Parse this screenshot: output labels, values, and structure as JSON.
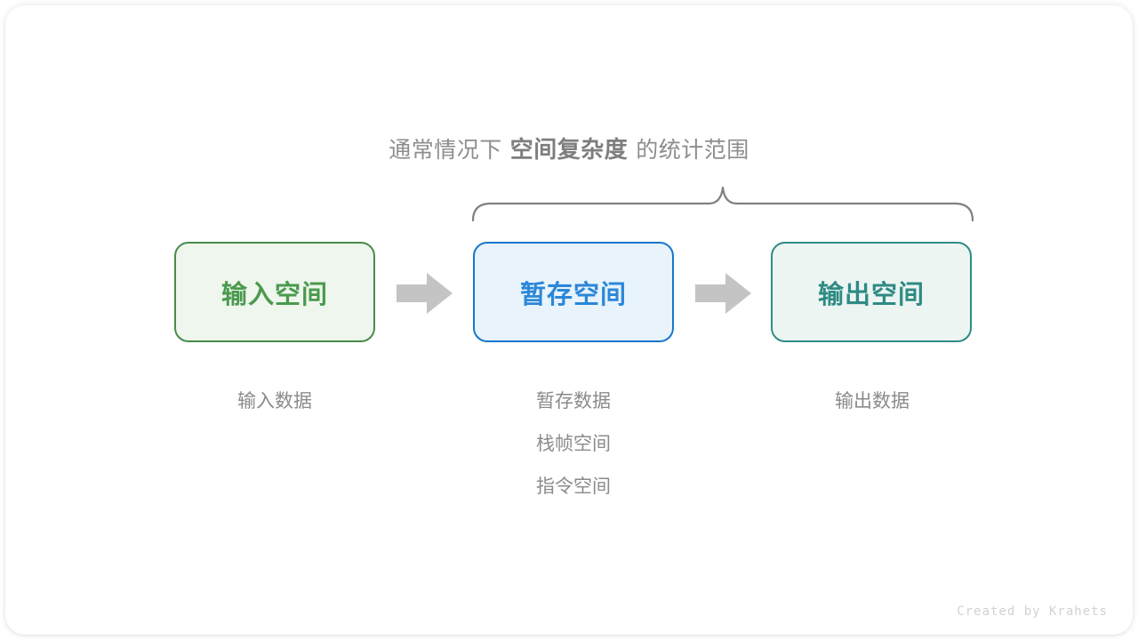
{
  "colors": {
    "background": "#ffffff",
    "card": "#ffffff",
    "green_border": "#4a8a4a",
    "green_fill": "#eef6ed",
    "green_text": "#4a9a4e",
    "blue_border": "#1677cc",
    "blue_fill": "#e8f3fc",
    "blue_text": "#2b87d8",
    "teal_border": "#2e8b84",
    "teal_fill": "#edf5f3",
    "teal_text": "#2e8b84",
    "arrow_gray": "#c4c4c4",
    "brace_gray": "#808080",
    "caption_gray": "#8b8b8b",
    "title_gray": "#8d8d8d",
    "credit_gray": "#d2d2d2"
  },
  "header": {
    "prefix": "通常情况下",
    "emphasis": "空间复杂度",
    "suffix": "的统计范围"
  },
  "brace": {
    "label": "scope-brace",
    "spans_boxes": [
      "暂存空间",
      "输出空间"
    ]
  },
  "boxes": [
    {
      "id": "input",
      "label": "输入空间",
      "border": "#4a8a4a",
      "fill": "#eef6ed",
      "text": "#4a9a4e"
    },
    {
      "id": "temp",
      "label": "暂存空间",
      "border": "#1677cc",
      "fill": "#e8f3fc",
      "text": "#2b87d8"
    },
    {
      "id": "output",
      "label": "输出空间",
      "border": "#2e8b84",
      "fill": "#edf5f3",
      "text": "#2e8b84"
    }
  ],
  "arrows": [
    {
      "id": "arrow-1",
      "direction": "right",
      "color": "#c4c4c4"
    },
    {
      "id": "arrow-2",
      "direction": "right",
      "color": "#c4c4c4"
    }
  ],
  "captions": {
    "input": [
      "输入数据"
    ],
    "temp": [
      "暂存数据",
      "栈帧空间",
      "指令空间"
    ],
    "output": [
      "输出数据"
    ]
  },
  "footer": {
    "credit": "Created by Krahets"
  }
}
